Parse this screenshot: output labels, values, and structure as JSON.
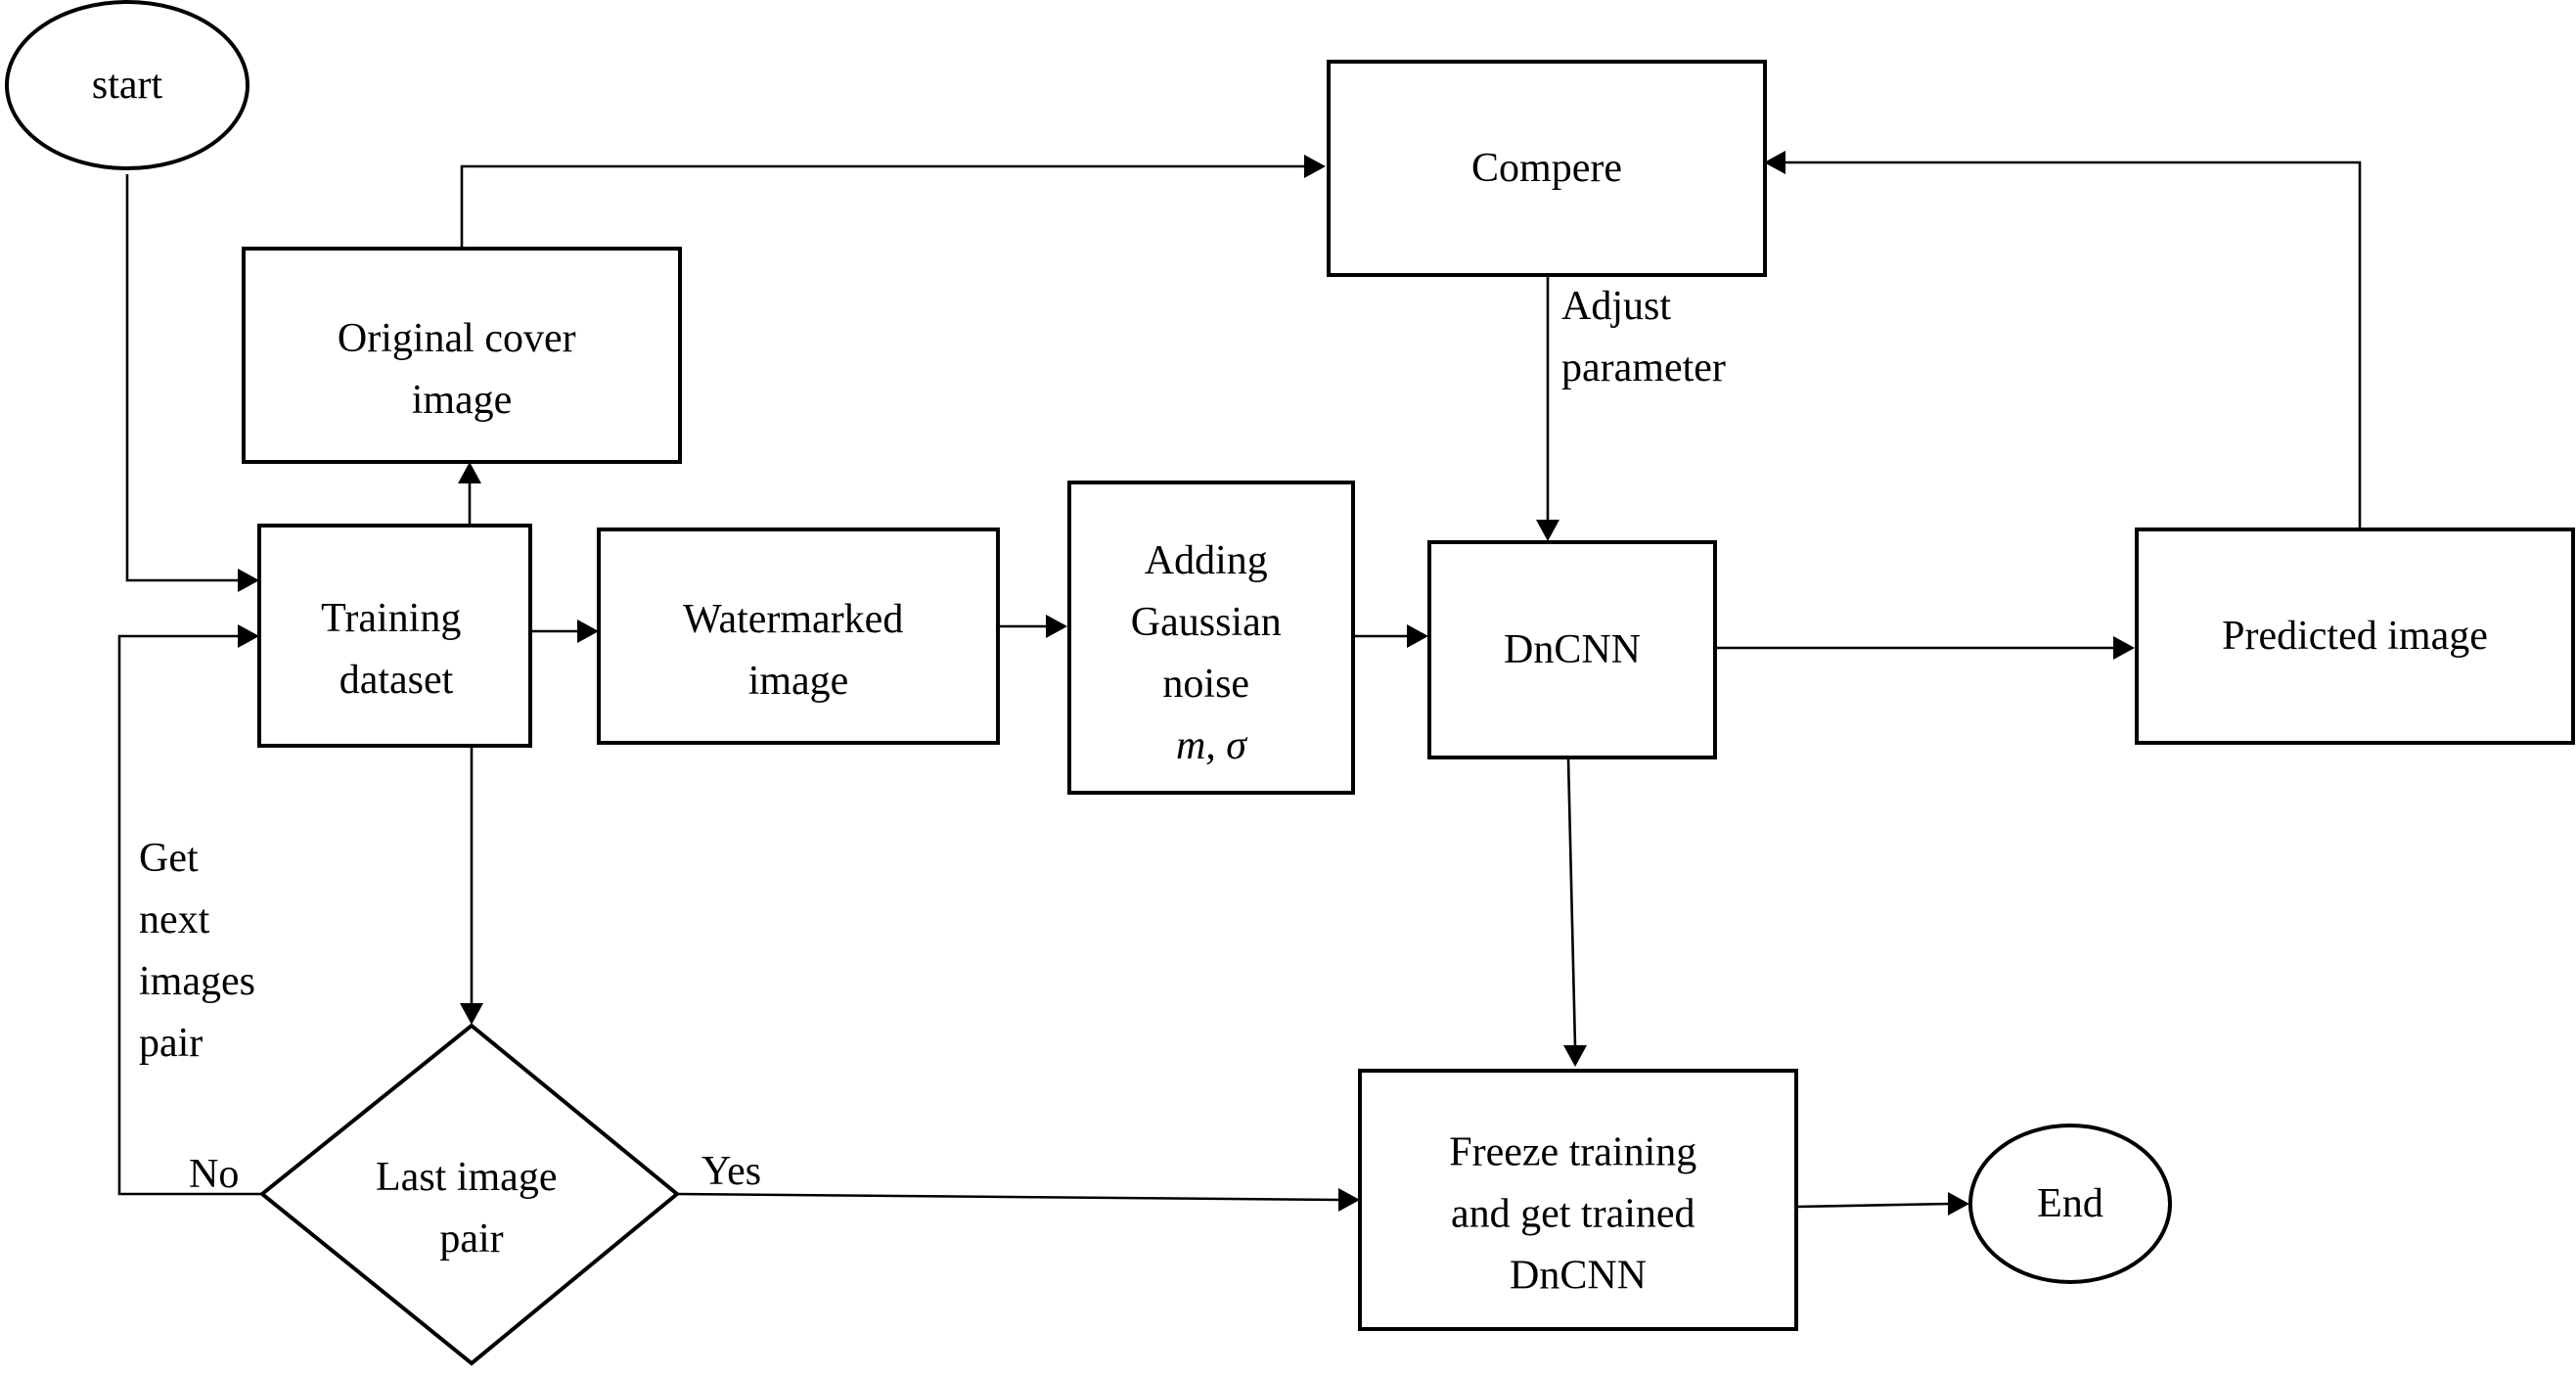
{
  "colors": {
    "background": "#ffffff",
    "stroke": "#000000",
    "text": "#000000"
  },
  "nodes": {
    "start": "start",
    "compere": "Compere",
    "original_cover": [
      "Original cover",
      "image"
    ],
    "training_dataset": [
      "Training",
      "dataset"
    ],
    "watermarked": [
      "Watermarked",
      "image"
    ],
    "adding_noise": [
      "Adding",
      "Gaussian",
      "noise",
      "m, σ"
    ],
    "dncnn": "DnCNN",
    "predicted": "Predicted image",
    "last_pair": [
      "Last image",
      "pair"
    ],
    "freeze": [
      "Freeze training",
      "and get trained",
      "DnCNN"
    ],
    "end": "End"
  },
  "edge_labels": {
    "adjust": [
      "Adjust",
      "parameter"
    ],
    "next_pair": [
      "Get",
      "next",
      "images",
      "pair"
    ],
    "no": "No",
    "yes": "Yes"
  }
}
